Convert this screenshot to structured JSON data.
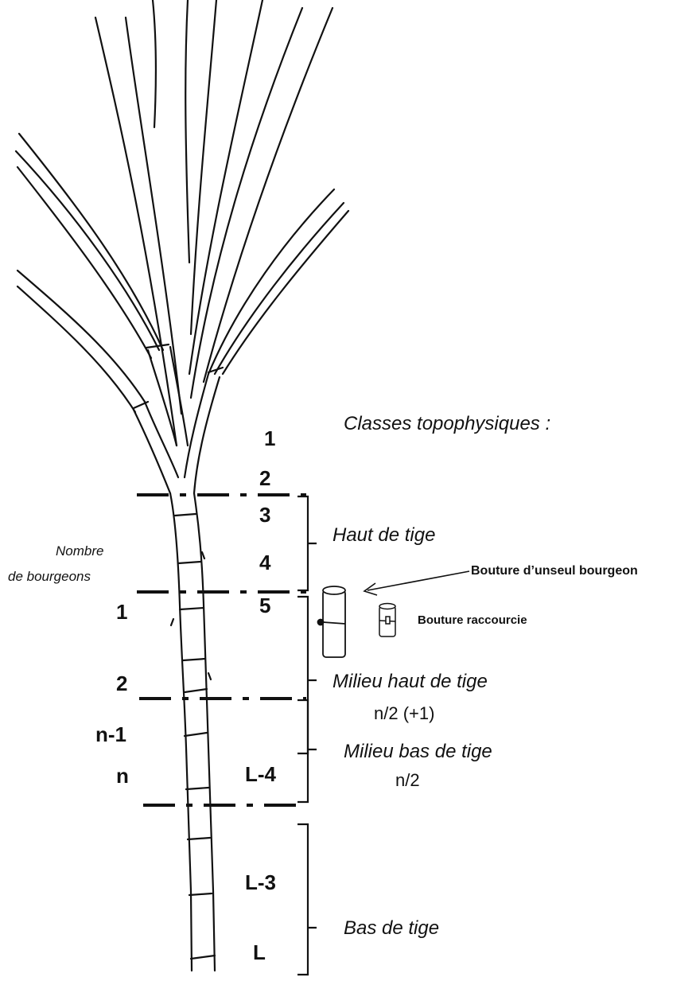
{
  "diagram": {
    "colors": {
      "ink": "#111111",
      "paper": "#ffffff"
    },
    "legend_title": "Classes topophysiques :",
    "left_caption": {
      "line1": "Nombre",
      "line2": "de bourgeons"
    },
    "right_numbers": [
      "1",
      "2",
      "3",
      "4",
      "5",
      "L-4",
      "L-3",
      "L"
    ],
    "left_numbers": [
      "1",
      "2",
      "n-1",
      "n"
    ],
    "classes": [
      {
        "label": "Haut de tige",
        "count": ""
      },
      {
        "label": "Milieu haut de tige",
        "count": "n/2 (+1)"
      },
      {
        "label": "Milieu bas de tige",
        "count": "n/2"
      },
      {
        "label": "Bas de tige",
        "count": ""
      }
    ],
    "cuttings": {
      "single_bud": "Bouture d’unseul bourgeon",
      "shortened": "Bouture raccourcie"
    }
  }
}
